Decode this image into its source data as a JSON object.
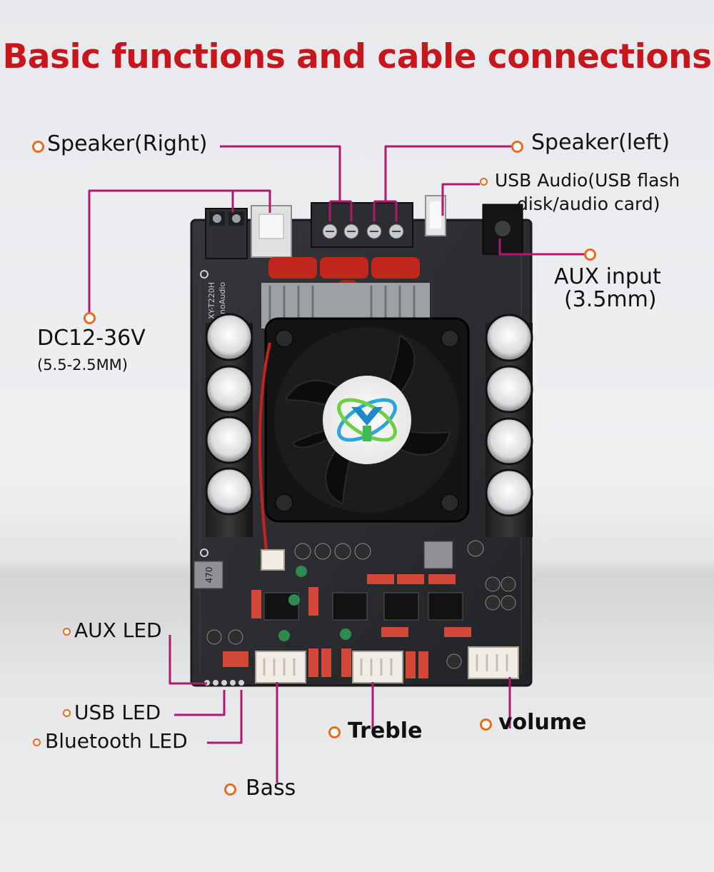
{
  "title": "Basic functions and cable connections",
  "labels": {
    "speaker_right": "Speaker(Right)",
    "speaker_left": "Speaker(left)",
    "usb_audio_line1": "USB Audio(USB flash",
    "usb_audio_line2": "disk/audio card)",
    "aux_input_line1": "AUX input",
    "aux_input_line2": "(3.5mm)",
    "dc_power": "DC12-36V",
    "dc_power_size": "(5.5-2.5MM)",
    "aux_led": "AUX LED",
    "usb_led": "USB LED",
    "bluetooth_led": "Bluetooth LED",
    "bass": "Bass",
    "treble": "Treble",
    "volume": "volume"
  },
  "board": {
    "silkscreen_model": "XY-T220H",
    "silkscreen_brand": "XinYi SinoAudio",
    "inductor_code": "470"
  },
  "colors": {
    "title": "#c8161d",
    "leader_line": "#b0196e",
    "marker": "#ec6a1c",
    "pcb": "#2a2b2e"
  }
}
